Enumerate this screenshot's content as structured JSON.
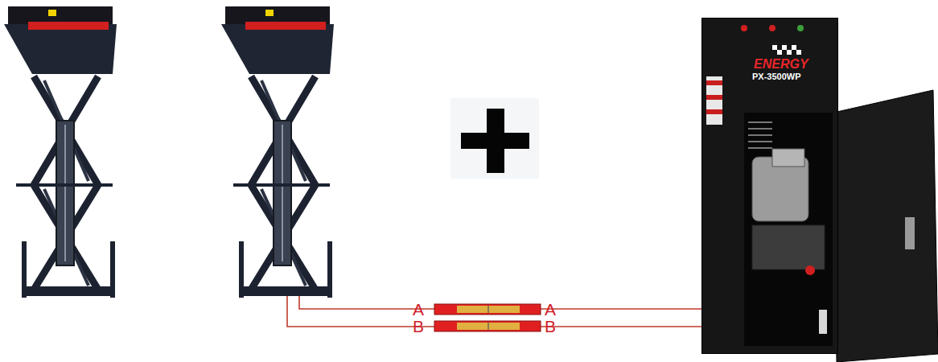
{
  "diagram": {
    "nodes": [
      {
        "text": [
          "ENERGY",
          "PX-3500WP"
        ]
      }
    ],
    "labels": [
      "A",
      "B",
      "A",
      "B"
    ]
  }
}
